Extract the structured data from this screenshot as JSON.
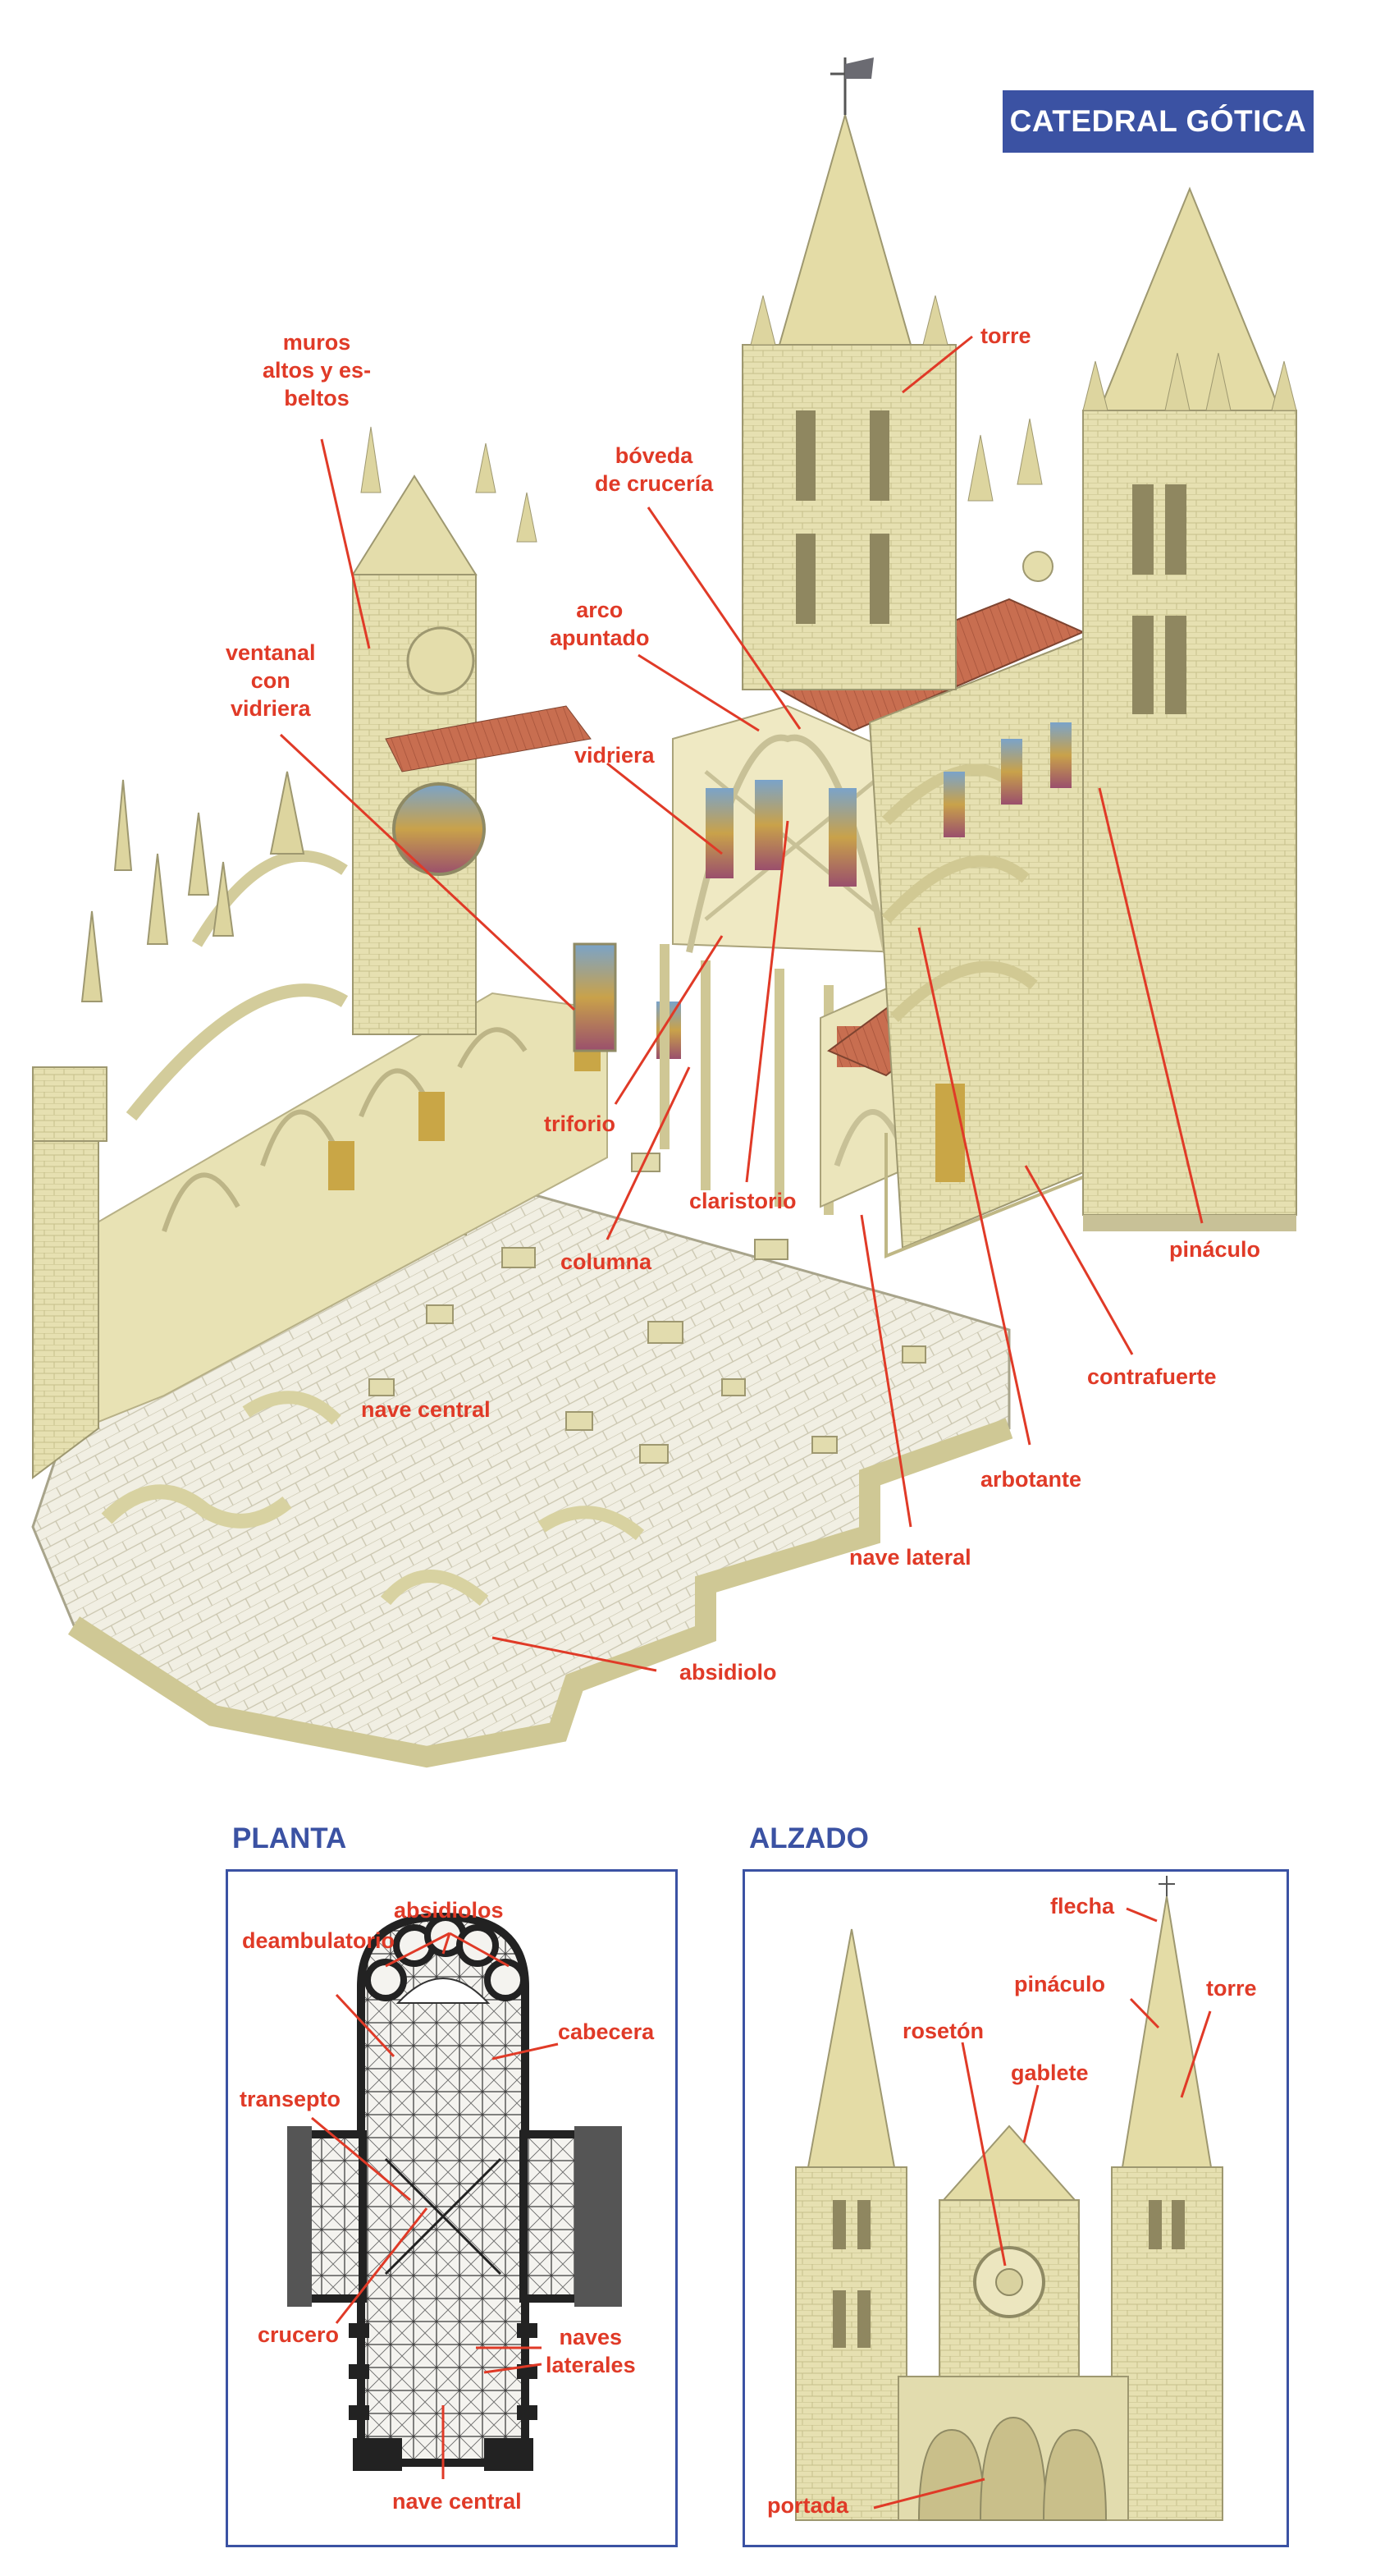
{
  "title": "CATEDRAL GÓTICA",
  "colors": {
    "accent": "#3b52a3",
    "label": "#e03a27",
    "stone": "#e9e4b9",
    "roof": "#c56a4c"
  },
  "main_labels": {
    "muros": "muros\naltos y es-\nbeltos",
    "torre": "torre",
    "boveda": "bóveda\nde crucería",
    "arco": "arco\napuntado",
    "ventanal": "ventanal\ncon\nvidriera",
    "vidriera": "vidriera",
    "triforio": "triforio",
    "claristorio": "claristorio",
    "columna": "columna",
    "pinaculo": "pináculo",
    "contrafuerte": "contrafuerte",
    "nave_central": "nave central",
    "arbotante": "arbotante",
    "nave_lateral": "nave lateral",
    "absidiolo": "absidiolo"
  },
  "planta": {
    "title": "PLANTA",
    "labels": {
      "absidiolos": "absidiolos",
      "deambulatorio": "deambulatorio",
      "cabecera": "cabecera",
      "transepto": "transepto",
      "crucero": "crucero",
      "naves_laterales": "naves\nlaterales",
      "nave_central": "nave central"
    }
  },
  "alzado": {
    "title": "ALZADO",
    "labels": {
      "flecha": "flecha",
      "pinaculo": "pináculo",
      "torre": "torre",
      "roseton": "rosetón",
      "gablete": "gablete",
      "portada": "portada"
    }
  }
}
